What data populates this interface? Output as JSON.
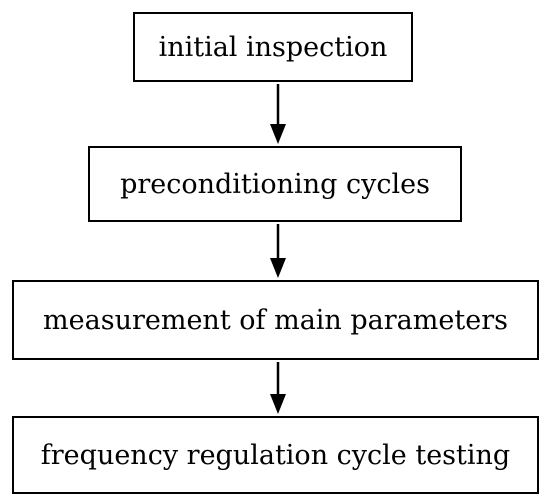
{
  "flowchart": {
    "steps": [
      {
        "label": "initial inspection"
      },
      {
        "label": "preconditioning cycles"
      },
      {
        "label": "measurement of main parameters"
      },
      {
        "label": "frequency regulation cycle testing"
      }
    ],
    "colors": {
      "background": "#ffffff",
      "border": "#000000",
      "text": "#000000",
      "arrow": "#000000"
    }
  }
}
